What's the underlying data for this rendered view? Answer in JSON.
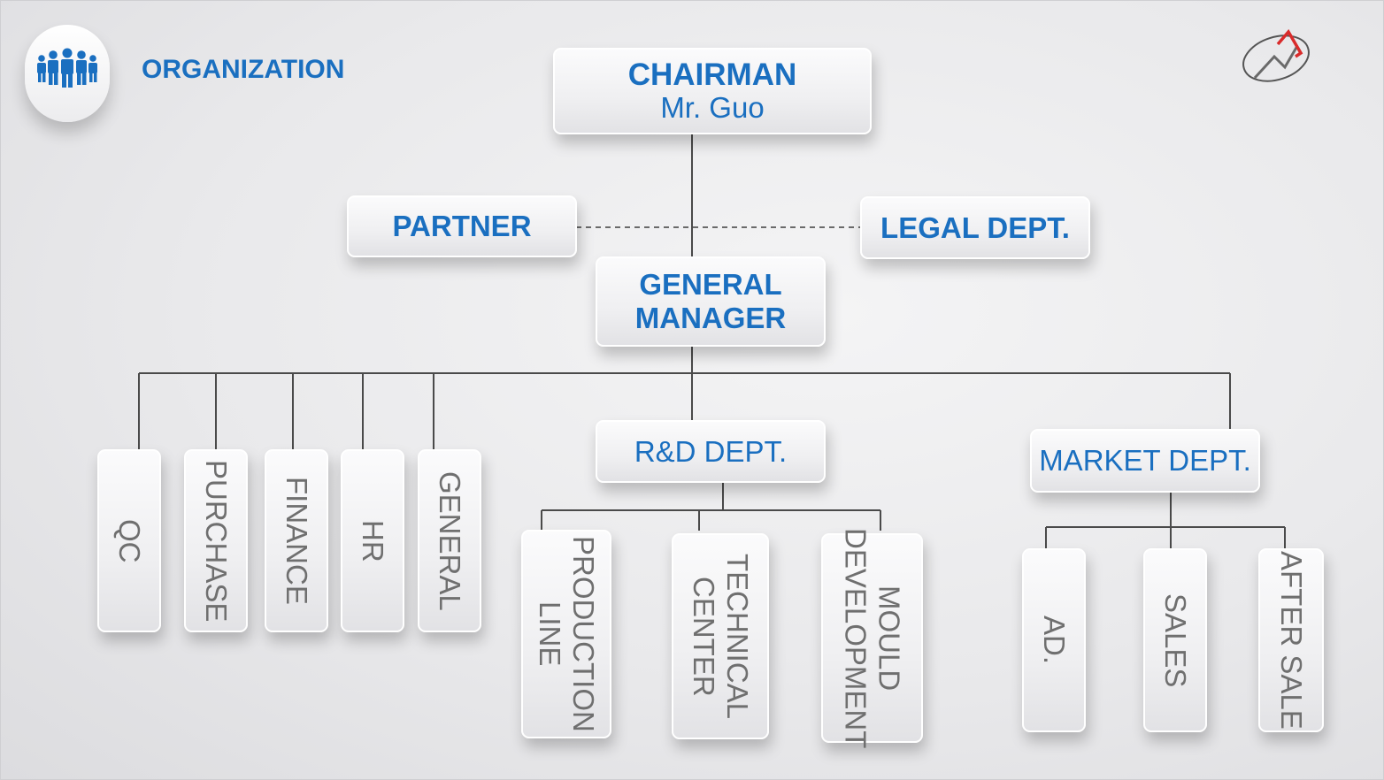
{
  "header": {
    "label": "ORGANIZATION",
    "icon": "people-group-icon",
    "logo": "company-logo-icon"
  },
  "chairman": {
    "title": "CHAIRMAN",
    "name": "Mr. Guo"
  },
  "partner": "PARTNER",
  "legal": "LEGAL DEPT.",
  "general_manager": {
    "line1": "GENERAL",
    "line2": "MANAGER"
  },
  "admin_depts": [
    "QC",
    "PURCHASE",
    "FINANCE",
    "HR",
    "GENERAL"
  ],
  "rnd": {
    "title": "R&D DEPT.",
    "children": [
      {
        "line1": "PRODUCTION",
        "line2": "LINE"
      },
      {
        "line1": "TECHNICAL",
        "line2": "CENTER"
      },
      {
        "line1": "MOULD",
        "line2": "DEVELOPMENT"
      }
    ]
  },
  "market": {
    "title": "MARKET DEPT.",
    "children": [
      "AD.",
      "SALES",
      "AFTER SALE"
    ]
  },
  "colors": {
    "accent": "#1a6fc0",
    "muted_text": "#6f6f6f",
    "line": "#4a4a4a"
  }
}
